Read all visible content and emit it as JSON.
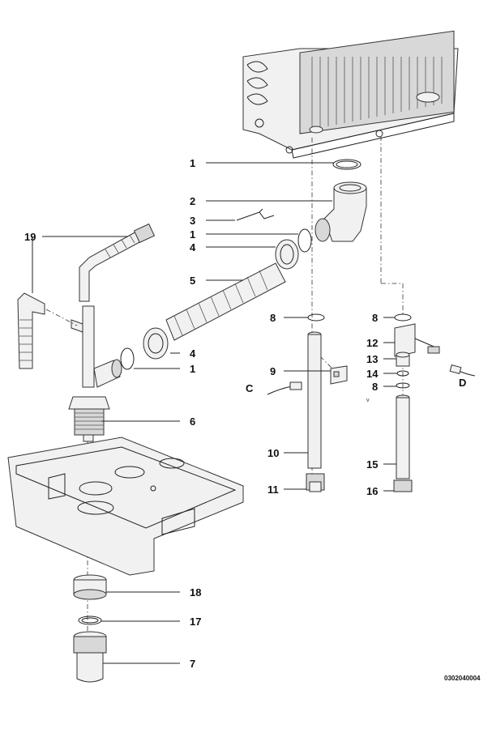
{
  "callouts": [
    {
      "id": "1a",
      "label": "1"
    },
    {
      "id": "2",
      "label": "2"
    },
    {
      "id": "3",
      "label": "3"
    },
    {
      "id": "1b",
      "label": "1"
    },
    {
      "id": "4a",
      "label": "4"
    },
    {
      "id": "5",
      "label": "5"
    },
    {
      "id": "19",
      "label": "19"
    },
    {
      "id": "4b",
      "label": "4"
    },
    {
      "id": "1c",
      "label": "1"
    },
    {
      "id": "6",
      "label": "6"
    },
    {
      "id": "8a",
      "label": "8"
    },
    {
      "id": "9",
      "label": "9"
    },
    {
      "id": "C",
      "label": "C"
    },
    {
      "id": "10",
      "label": "10"
    },
    {
      "id": "11",
      "label": "11"
    },
    {
      "id": "8b",
      "label": "8"
    },
    {
      "id": "12",
      "label": "12"
    },
    {
      "id": "13",
      "label": "13"
    },
    {
      "id": "14",
      "label": "14"
    },
    {
      "id": "8c",
      "label": "8"
    },
    {
      "id": "D",
      "label": "D"
    },
    {
      "id": "15",
      "label": "15"
    },
    {
      "id": "16",
      "label": "16"
    },
    {
      "id": "18",
      "label": "18"
    },
    {
      "id": "17",
      "label": "17"
    },
    {
      "id": "7",
      "label": "7"
    }
  ],
  "marks": {
    "small_v": "v"
  },
  "document_number": "0302040004"
}
